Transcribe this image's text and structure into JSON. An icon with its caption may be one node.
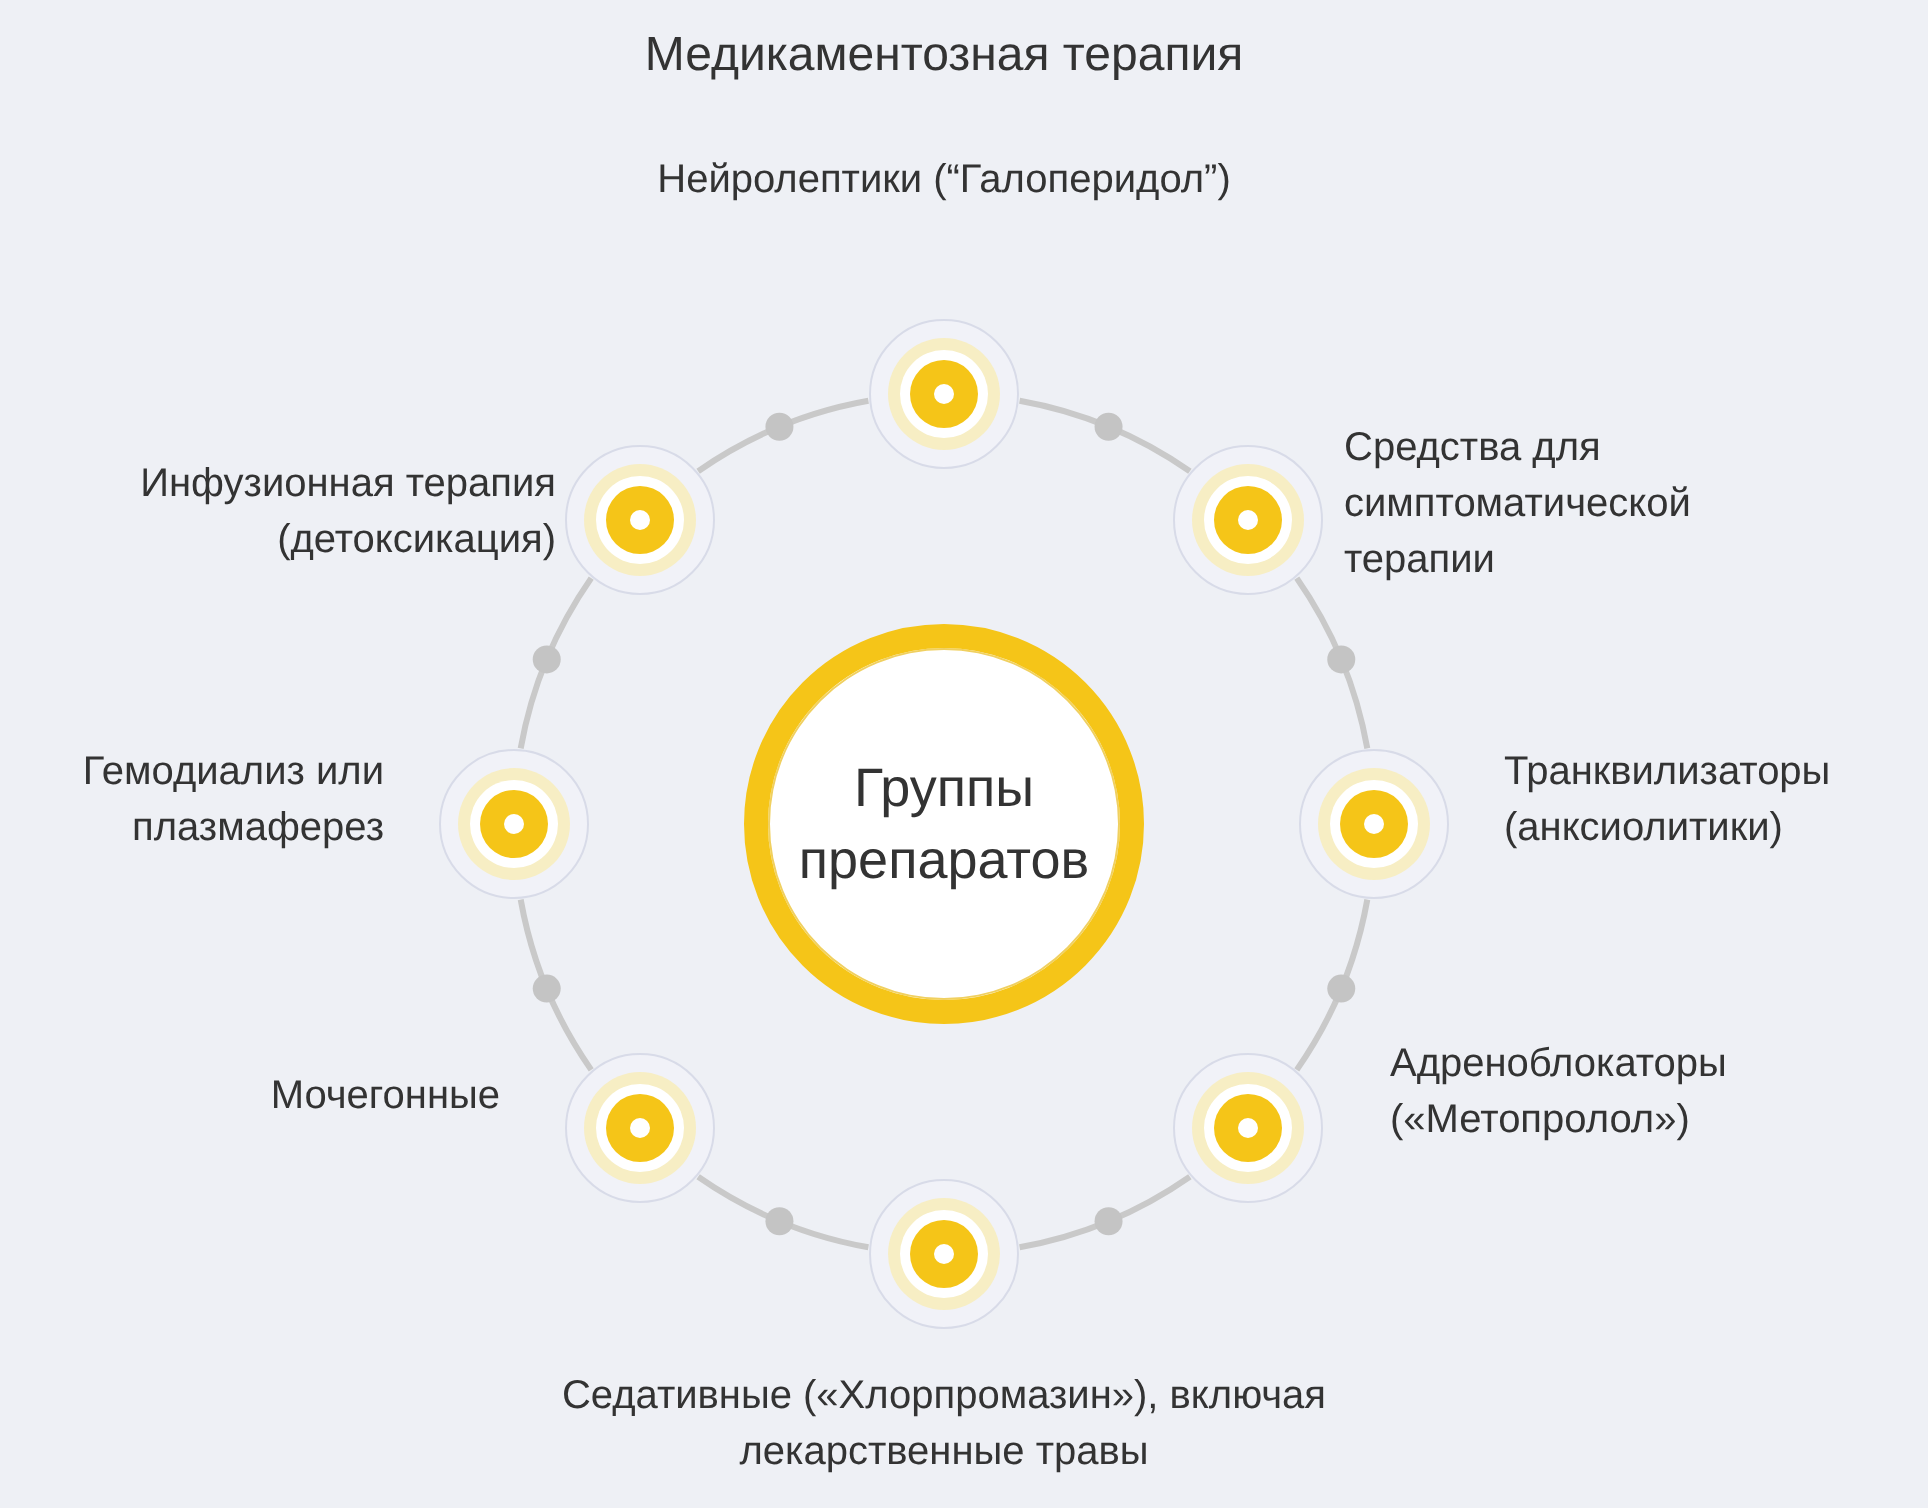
{
  "diagram": {
    "title": "Медикаментозная терапия",
    "nodes": [
      {
        "text": [
          "Группы препаратов"
        ]
      },
      {
        "text": [],
        "shape": "circle",
        "beside": [
          "Нейролептики (“Галоперидол”)"
        ]
      },
      {
        "text": [],
        "shape": "circle",
        "beside": [
          "Средства для симптоматической терапии"
        ]
      },
      {
        "text": [],
        "shape": "circle",
        "beside": [
          "Транквилизаторы (анксиолитики)"
        ]
      },
      {
        "text": [],
        "shape": "circle",
        "beside": [
          "Адреноблокаторы («Метопролол»)"
        ]
      },
      {
        "text": [],
        "shape": "circle",
        "beside": [
          "Седативные («Хлорпромазин»), включая лекарственные травы"
        ]
      },
      {
        "text": [],
        "shape": "circle",
        "beside": [
          "Мочегонные"
        ]
      },
      {
        "text": [],
        "shape": "circle",
        "beside": [
          "Гемодиализ или плазмаферез"
        ]
      },
      {
        "text": [],
        "shape": "circle",
        "beside": [
          "Инфузионная терапия (детоксикация)"
        ]
      }
    ],
    "edges": [
      {
        "from": 1,
        "to": 2,
        "arrow": "none"
      },
      {
        "from": 2,
        "to": 3,
        "arrow": "none"
      },
      {
        "from": 3,
        "to": 4,
        "arrow": "none"
      },
      {
        "from": 4,
        "to": 5,
        "arrow": "none"
      },
      {
        "from": 5,
        "to": 6,
        "arrow": "none"
      },
      {
        "from": 6,
        "to": 7,
        "arrow": "none"
      },
      {
        "from": 7,
        "to": 8,
        "arrow": "none"
      },
      {
        "from": 8,
        "to": 1,
        "arrow": "none"
      }
    ]
  }
}
